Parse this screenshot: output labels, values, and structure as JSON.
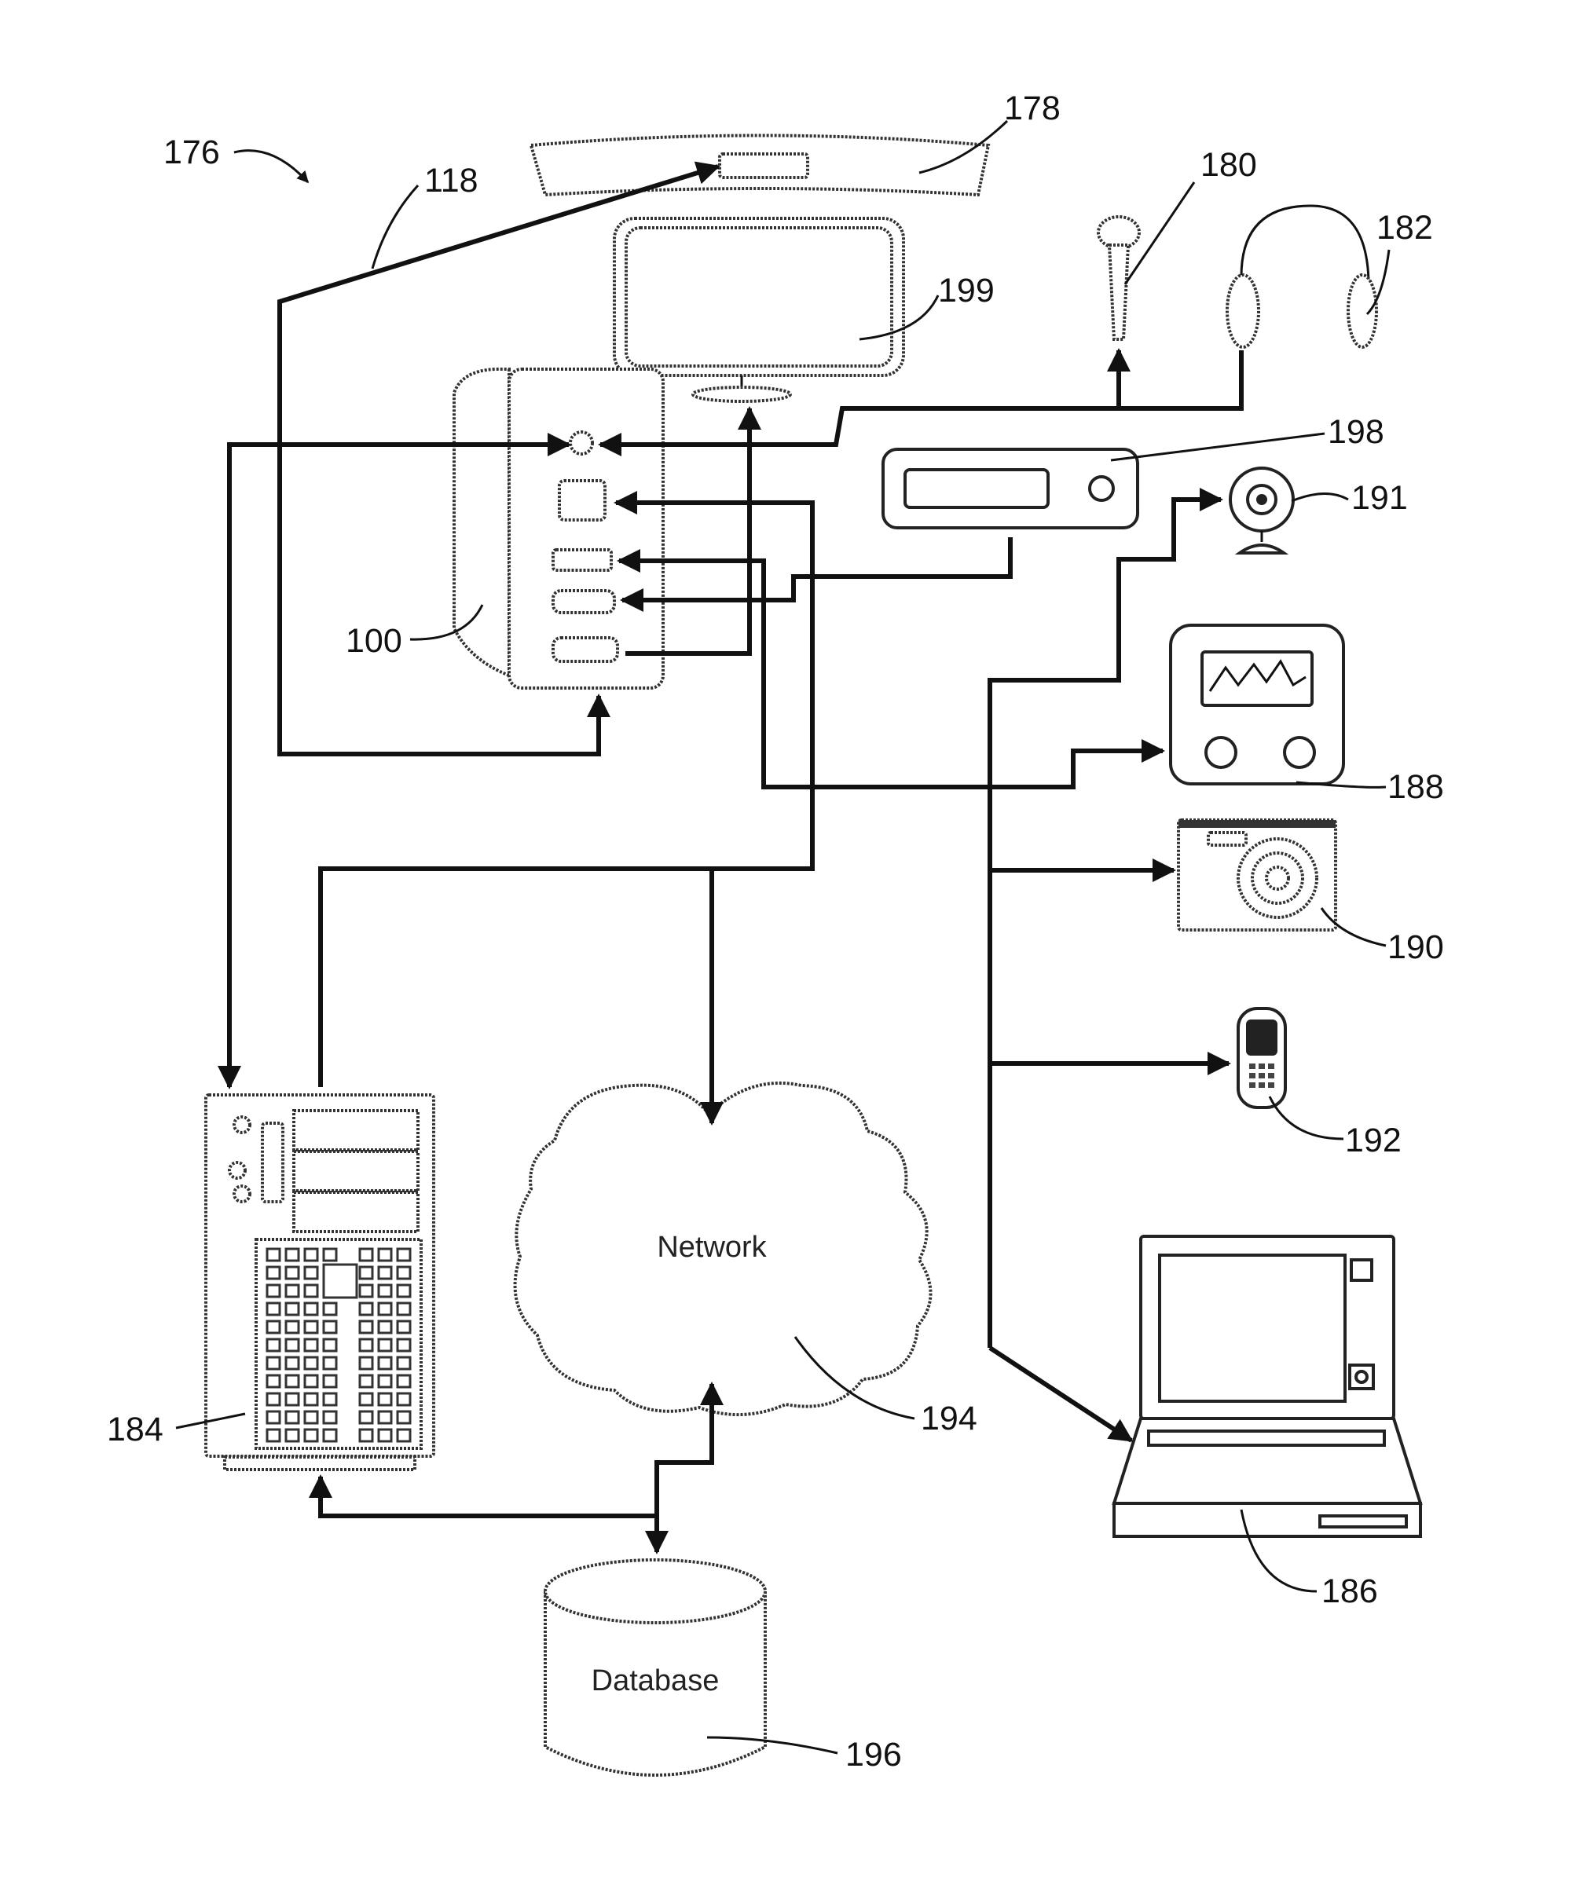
{
  "labels": {
    "system": "176",
    "sensor_bar": "178",
    "link": "118",
    "microphone": "180",
    "headphones": "182",
    "display": "199",
    "receiver": "198",
    "webcam": "191",
    "computer": "100",
    "meter": "188",
    "camera": "190",
    "phone": "192",
    "server": "184",
    "network_ref": "194",
    "laptop": "186",
    "database_ref": "196"
  },
  "network": {
    "text": "Network"
  },
  "database": {
    "text": "Database"
  }
}
